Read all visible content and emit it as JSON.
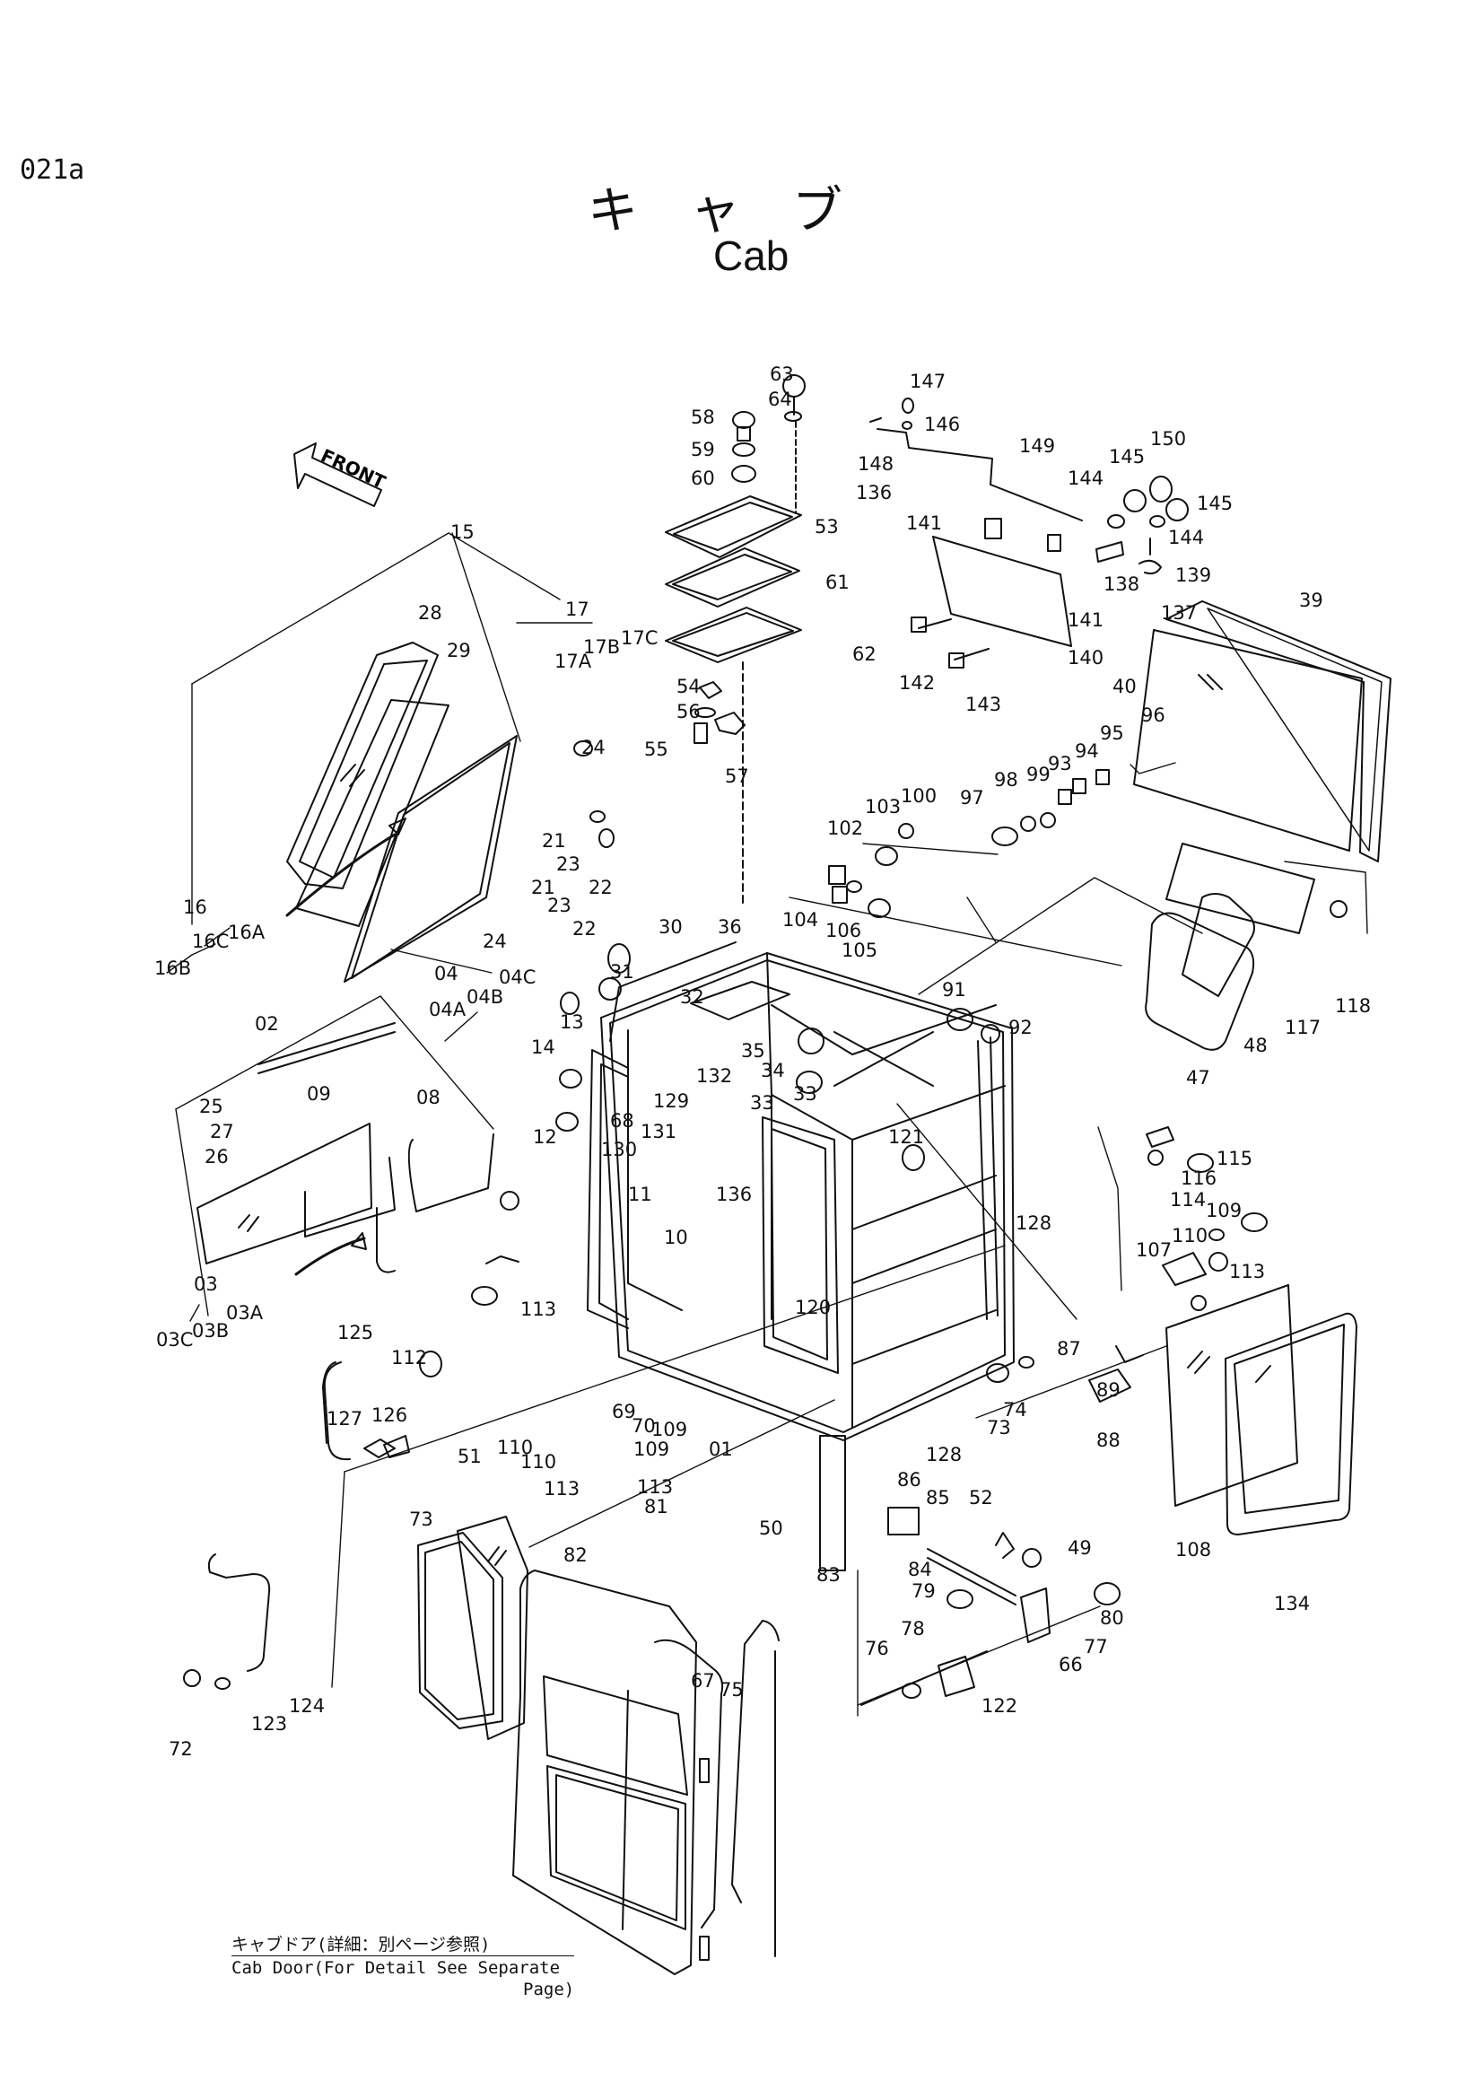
{
  "header": {
    "page_id": "021a",
    "title_jp": "キャブ",
    "title_en": "Cab"
  },
  "front_arrow": {
    "label": "FRONT"
  },
  "door_note": {
    "line_jp": "キャブドア(詳細：別ページ参照)",
    "line_en": "Cab Door(For Detail See Separate",
    "line_en_cont": "Page)"
  },
  "part_labels": [
    {
      "text": "63"
    },
    {
      "text": "147"
    },
    {
      "text": "64"
    },
    {
      "text": "146"
    },
    {
      "text": "58"
    },
    {
      "text": "148"
    },
    {
      "text": "59"
    },
    {
      "text": "136"
    },
    {
      "text": "60"
    },
    {
      "text": "149"
    },
    {
      "text": "150"
    },
    {
      "text": "145"
    },
    {
      "text": "144"
    },
    {
      "text": "145"
    },
    {
      "text": "53"
    },
    {
      "text": "141"
    },
    {
      "text": "144"
    },
    {
      "text": "15"
    },
    {
      "text": "138"
    },
    {
      "text": "139"
    },
    {
      "text": "17"
    },
    {
      "text": "61"
    },
    {
      "text": "137"
    },
    {
      "text": "141"
    },
    {
      "text": "39"
    },
    {
      "text": "28"
    },
    {
      "text": "17C"
    },
    {
      "text": "17B"
    },
    {
      "text": "62"
    },
    {
      "text": "29"
    },
    {
      "text": "17A"
    },
    {
      "text": "140"
    },
    {
      "text": "142"
    },
    {
      "text": "40"
    },
    {
      "text": "54"
    },
    {
      "text": "143"
    },
    {
      "text": "56"
    },
    {
      "text": "96"
    },
    {
      "text": "24"
    },
    {
      "text": "55"
    },
    {
      "text": "57"
    },
    {
      "text": "95"
    },
    {
      "text": "94"
    },
    {
      "text": "93"
    },
    {
      "text": "99"
    },
    {
      "text": "98"
    },
    {
      "text": "97"
    },
    {
      "text": "100"
    },
    {
      "text": "103"
    },
    {
      "text": "21"
    },
    {
      "text": "23"
    },
    {
      "text": "102"
    },
    {
      "text": "22"
    },
    {
      "text": "16"
    },
    {
      "text": "21"
    },
    {
      "text": "23"
    },
    {
      "text": "104"
    },
    {
      "text": "106"
    },
    {
      "text": "118"
    },
    {
      "text": "16C"
    },
    {
      "text": "16A"
    },
    {
      "text": "24"
    },
    {
      "text": "22"
    },
    {
      "text": "30"
    },
    {
      "text": "36"
    },
    {
      "text": "105"
    },
    {
      "text": "16B"
    },
    {
      "text": "04"
    },
    {
      "text": "04C"
    },
    {
      "text": "31"
    },
    {
      "text": "04B"
    },
    {
      "text": "04A"
    },
    {
      "text": "32"
    },
    {
      "text": "117"
    },
    {
      "text": "48"
    },
    {
      "text": "91"
    },
    {
      "text": "02"
    },
    {
      "text": "13"
    },
    {
      "text": "92"
    },
    {
      "text": "35"
    },
    {
      "text": "47"
    },
    {
      "text": "14"
    },
    {
      "text": "34"
    },
    {
      "text": "33"
    },
    {
      "text": "25"
    },
    {
      "text": "09"
    },
    {
      "text": "08"
    },
    {
      "text": "12"
    },
    {
      "text": "132"
    },
    {
      "text": "27"
    },
    {
      "text": "129"
    },
    {
      "text": "68"
    },
    {
      "text": "33"
    },
    {
      "text": "26"
    },
    {
      "text": "131"
    },
    {
      "text": "115"
    },
    {
      "text": "130"
    },
    {
      "text": "121"
    },
    {
      "text": "116"
    },
    {
      "text": "11"
    },
    {
      "text": "136"
    },
    {
      "text": "114"
    },
    {
      "text": "109"
    },
    {
      "text": "10"
    },
    {
      "text": "128"
    },
    {
      "text": "110"
    },
    {
      "text": "107"
    },
    {
      "text": "113"
    },
    {
      "text": "03"
    },
    {
      "text": "03C"
    },
    {
      "text": "03B"
    },
    {
      "text": "03A"
    },
    {
      "text": "113"
    },
    {
      "text": "120"
    },
    {
      "text": "125"
    },
    {
      "text": "87"
    },
    {
      "text": "112"
    },
    {
      "text": "89"
    },
    {
      "text": "69"
    },
    {
      "text": "70"
    },
    {
      "text": "74"
    },
    {
      "text": "126"
    },
    {
      "text": "109"
    },
    {
      "text": "73"
    },
    {
      "text": "88"
    },
    {
      "text": "127"
    },
    {
      "text": "110"
    },
    {
      "text": "128"
    },
    {
      "text": "109"
    },
    {
      "text": "01"
    },
    {
      "text": "51"
    },
    {
      "text": "110"
    },
    {
      "text": "86"
    },
    {
      "text": "113"
    },
    {
      "text": "113"
    },
    {
      "text": "81"
    },
    {
      "text": "85"
    },
    {
      "text": "52"
    },
    {
      "text": "73"
    },
    {
      "text": "50"
    },
    {
      "text": "108"
    },
    {
      "text": "82"
    },
    {
      "text": "49"
    },
    {
      "text": "134"
    },
    {
      "text": "83"
    },
    {
      "text": "84"
    },
    {
      "text": "79"
    },
    {
      "text": "80"
    },
    {
      "text": "77"
    },
    {
      "text": "78"
    },
    {
      "text": "76"
    },
    {
      "text": "66"
    },
    {
      "text": "67"
    },
    {
      "text": "75"
    },
    {
      "text": "122"
    },
    {
      "text": "124"
    },
    {
      "text": "123"
    },
    {
      "text": "72"
    }
  ]
}
